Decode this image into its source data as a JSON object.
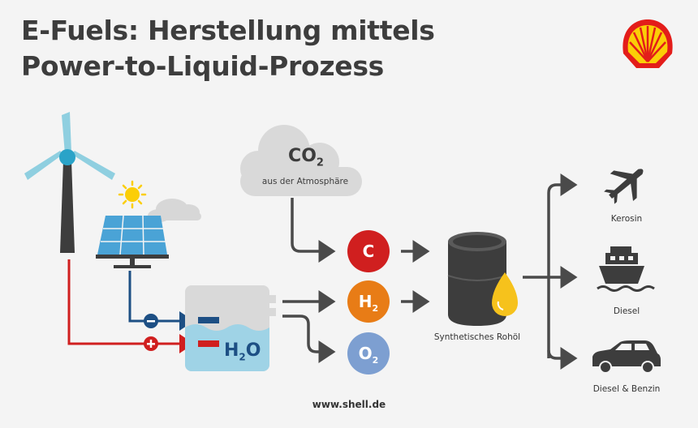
{
  "title": {
    "line1": "E-Fuels: Herstellung mittels",
    "line2": "Power-to-Liquid-Prozess"
  },
  "logo": {
    "icon": "shell-logo-icon"
  },
  "cloud": {
    "molecule": "CO",
    "molecule_sub": "2",
    "subtitle": "aus der Atmosphäre"
  },
  "water": {
    "label": "H",
    "label_sub": "2",
    "label_end": "O"
  },
  "elements": [
    {
      "symbol": "C",
      "sub": "",
      "color": "#d01f1f"
    },
    {
      "symbol": "H",
      "sub": "2",
      "color": "#e87c16"
    },
    {
      "symbol": "O",
      "sub": "2",
      "color": "#7d9fd1"
    }
  ],
  "barrel": {
    "label": "Synthetisches Rohöl"
  },
  "outputs": [
    {
      "icon": "airplane-icon",
      "label": "Kerosin"
    },
    {
      "icon": "ship-icon",
      "label": "Diesel"
    },
    {
      "icon": "car-icon",
      "label": "Diesel & Benzin"
    }
  ],
  "colors": {
    "title": "#3d3d3d",
    "negative": "#1d4f84",
    "positive": "#d01f1f",
    "arrow": "#4a4a4a",
    "wind_blade": "#8fcfe0",
    "solar": "#4aa3d6"
  },
  "footer": {
    "url": "www.shell.de"
  }
}
